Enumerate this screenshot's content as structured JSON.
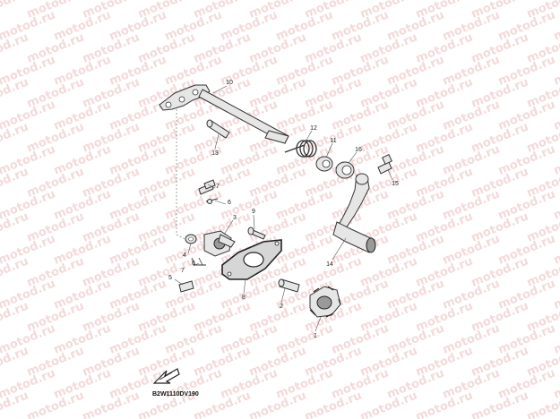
{
  "watermark": "motod.ru",
  "diagram_code": "B2W1110DV190",
  "callouts": [
    "1",
    "2",
    "3",
    "4",
    "5",
    "6",
    "7",
    "8",
    "9",
    "10",
    "11",
    "12",
    "13",
    "14",
    "15",
    "16"
  ],
  "colors": {
    "watermark": "#f3dada",
    "line": "#333333",
    "part_fill": "#e6e6e6"
  }
}
